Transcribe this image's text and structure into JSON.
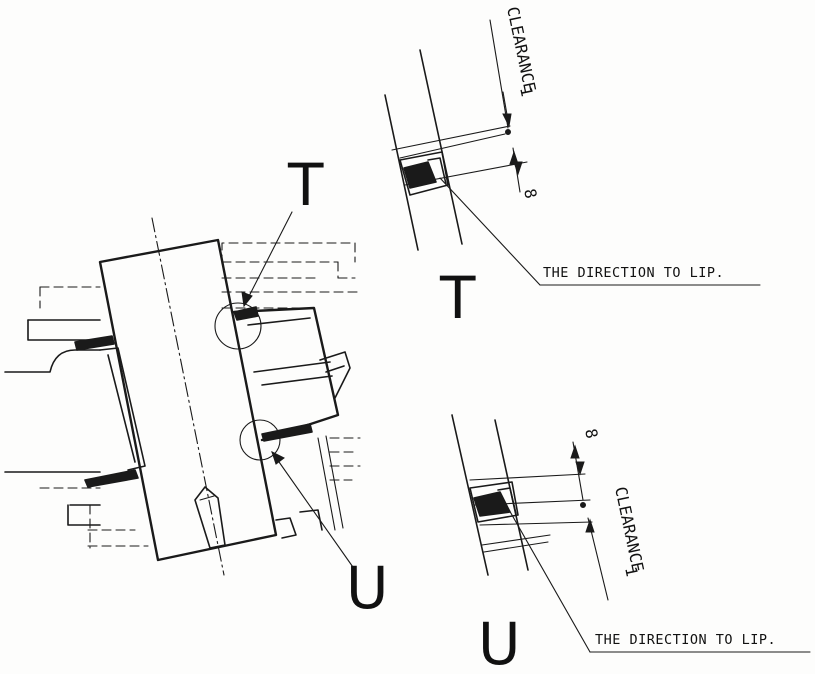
{
  "labels": {
    "detail_t": "T",
    "detail_u": "U",
    "callout_t": "T",
    "callout_u": "U"
  },
  "notes": {
    "lip_direction_top": "THE DIRECTION TO LIP.",
    "lip_direction_bottom": "THE DIRECTION TO LIP."
  },
  "dimensions": {
    "clearance_top_label": "CLEARANCE",
    "clearance_top_value": "1",
    "seal_top_value": "8",
    "seal_bottom_value": "8",
    "clearance_bottom_label": "CLEARANCE",
    "clearance_bottom_value": "1"
  }
}
